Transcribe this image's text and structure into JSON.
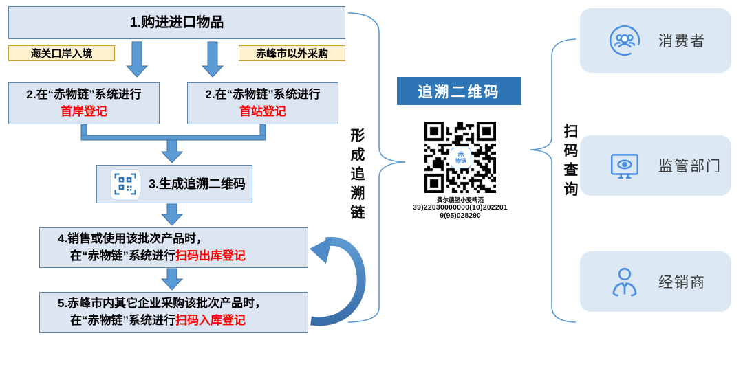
{
  "flow": {
    "step1": "1.购进进口物品",
    "tag_left": "海关口岸入境",
    "tag_right": "赤峰市以外采购",
    "step2a_line1": "2.在“赤物链”系统进行",
    "step2a_red": "首岸登记",
    "step2b_line1": "2.在“赤物链”系统进行",
    "step2b_red": "首站登记",
    "step3": "3.生成追溯二维码",
    "step4_line1": "4.销售或使用该批次产品时，",
    "step4_line2_prefix": "在“赤物链”系统进行",
    "step4_red": "扫码出库登记",
    "step5_line1": "5.赤峰市内其它企业采购该批次产品时，",
    "step5_line2_prefix": "在“赤物链”系统进行",
    "step5_red": "扫码入库登记"
  },
  "middle": {
    "brace_left_label": "形成追溯链",
    "qr_header": "追溯二维码",
    "qr_logo_line1": "赤",
    "qr_logo_line2": "物链",
    "qr_caption_line1": "费尔德堡小麦啤酒",
    "qr_caption_line2": "39)22030000000(10)202201",
    "qr_caption_line3": "9(95)028290",
    "brace_right_label": "扫码查询"
  },
  "roles": [
    {
      "label": "消费者",
      "icon": "consumers-group-icon"
    },
    {
      "label": "监管部门",
      "icon": "monitor-eye-icon"
    },
    {
      "label": "经销商",
      "icon": "person-tie-icon"
    }
  ],
  "colors": {
    "box_fill": "#dce6f2",
    "box_border": "#5b84ad",
    "tag_fill": "#fff2cc",
    "tag_border": "#c9a227",
    "arrow_fill": "#5b9bd5",
    "arrow_border": "#41719c",
    "header_blue": "#2e75b6",
    "role_fill": "#dce8f4",
    "icon_blue": "#4a8fe3",
    "red_text": "#ff0000"
  }
}
